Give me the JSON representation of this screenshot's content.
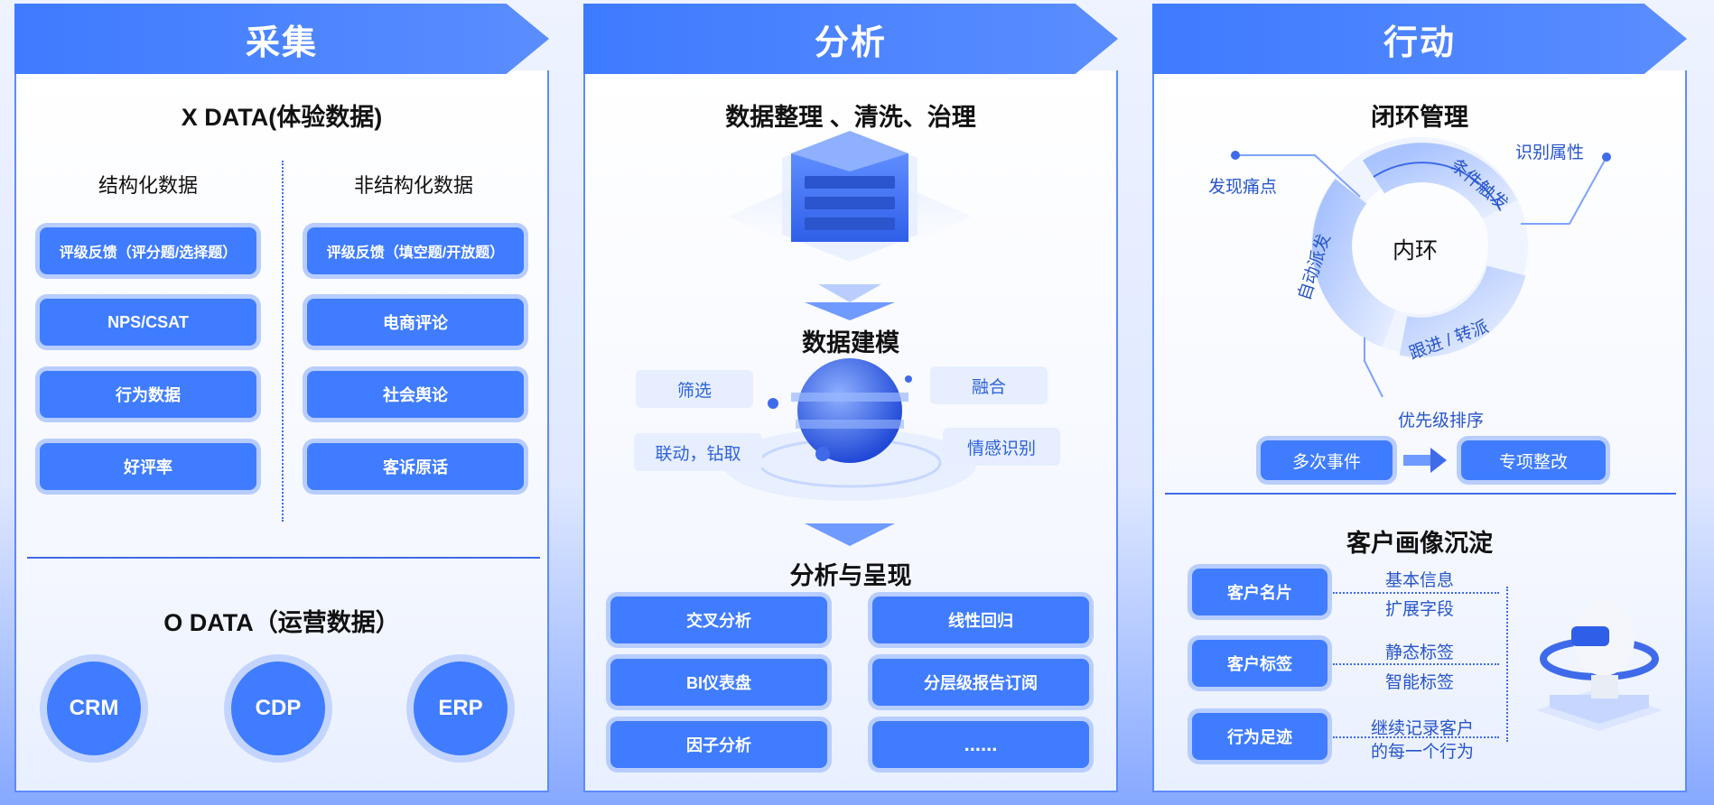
{
  "collect": {
    "header": "采集",
    "xdata_title": "X DATA(体验数据)",
    "structured_title": "结构化数据",
    "unstructured_title": "非结构化数据",
    "structured_items": [
      "评级反馈（评分题/选择题）",
      "NPS/CSAT",
      "行为数据",
      "好评率"
    ],
    "unstructured_items": [
      "评级反馈（填空题/开放题）",
      "电商评论",
      "社会舆论",
      "客诉原话"
    ],
    "odata_title": "O DATA（运营数据）",
    "odata_items": [
      "CRM",
      "CDP",
      "ERP"
    ]
  },
  "analyze": {
    "header": "分析",
    "clean_title": "数据整理 、清洗、治理",
    "model_title": "数据建模",
    "model_tags": [
      "筛选",
      "融合",
      "联动，钻取",
      "情感识别"
    ],
    "present_title": "分析与呈现",
    "present_items": [
      "交叉分析",
      "线性回归",
      "BI仪表盘",
      "分层级报告订阅",
      "因子分析",
      "......"
    ]
  },
  "action": {
    "header": "行动",
    "loop_title": "闭环管理",
    "inner_loop": "内环",
    "arc_labels": [
      "条件触发",
      "自动派发",
      "跟进 / 转派"
    ],
    "callouts": [
      "发现痛点",
      "识别属性",
      "优先级排序"
    ],
    "flow": [
      "多次事件",
      "专项整改"
    ],
    "profile_title": "客户画像沉淀",
    "profile_rows": [
      {
        "label": "客户名片",
        "details": [
          "基本信息",
          "扩展字段"
        ]
      },
      {
        "label": "客户标签",
        "details": [
          "静态标签",
          "智能标签"
        ]
      },
      {
        "label": "行为足迹",
        "details": [
          "继续记录客户",
          "的每一个行为"
        ]
      }
    ]
  },
  "colors": {
    "accent": "#3f7cff",
    "accent_light": "#c3d4ff",
    "text_blue": "#2755c9"
  }
}
